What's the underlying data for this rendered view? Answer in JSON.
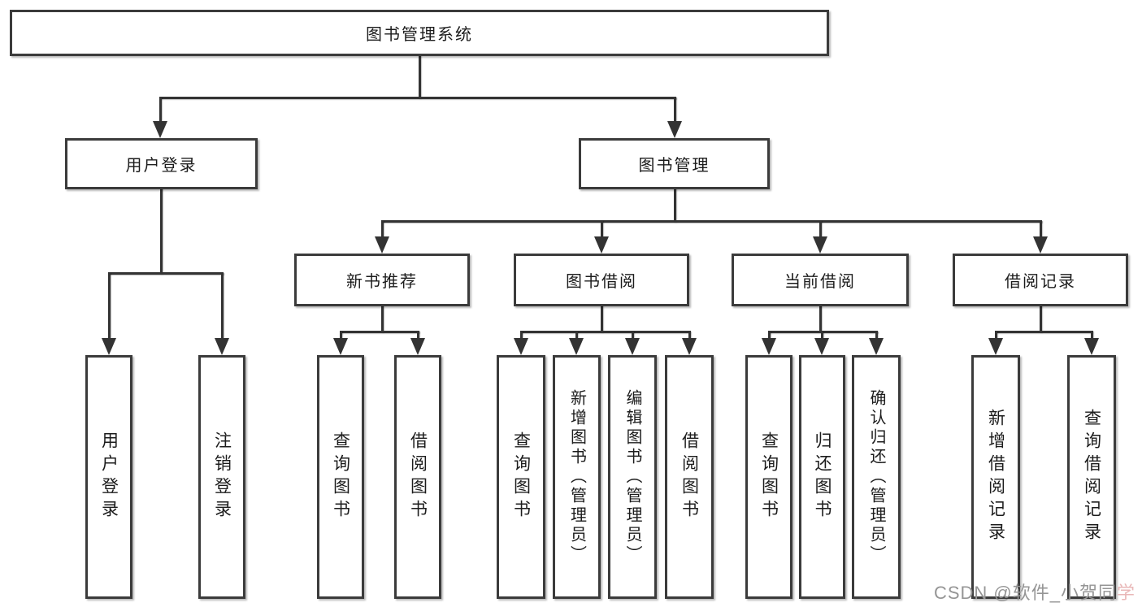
{
  "tree": {
    "root": "图书管理系统",
    "children": [
      {
        "label": "用户登录",
        "children": [
          {
            "label": "用户登录"
          },
          {
            "label": "注销登录"
          }
        ]
      },
      {
        "label": "图书管理",
        "children": [
          {
            "label": "新书推荐",
            "children": [
              {
                "label": "查询图书"
              },
              {
                "label": "借阅图书"
              }
            ]
          },
          {
            "label": "图书借阅",
            "children": [
              {
                "label": "查询图书"
              },
              {
                "label": "新增图书（管理员）"
              },
              {
                "label": "编辑图书（管理员）"
              },
              {
                "label": "借阅图书"
              }
            ]
          },
          {
            "label": "当前借阅",
            "children": [
              {
                "label": "查询图书"
              },
              {
                "label": "归还图书"
              },
              {
                "label": "确认归还（管理员）"
              }
            ]
          },
          {
            "label": "借阅记录",
            "children": [
              {
                "label": "新增借阅记录"
              },
              {
                "label": "查询借阅记录"
              }
            ]
          }
        ]
      }
    ]
  },
  "watermark": {
    "gray": "CSDN @软件_小贺同",
    "pink": "学"
  },
  "colors": {
    "line": "#333333",
    "box_border": "#3b3b3b",
    "text": "#1c1c1c",
    "background": "#ffffff",
    "watermark_gray": "#959595",
    "watermark_pink": "#e9b8b8"
  }
}
